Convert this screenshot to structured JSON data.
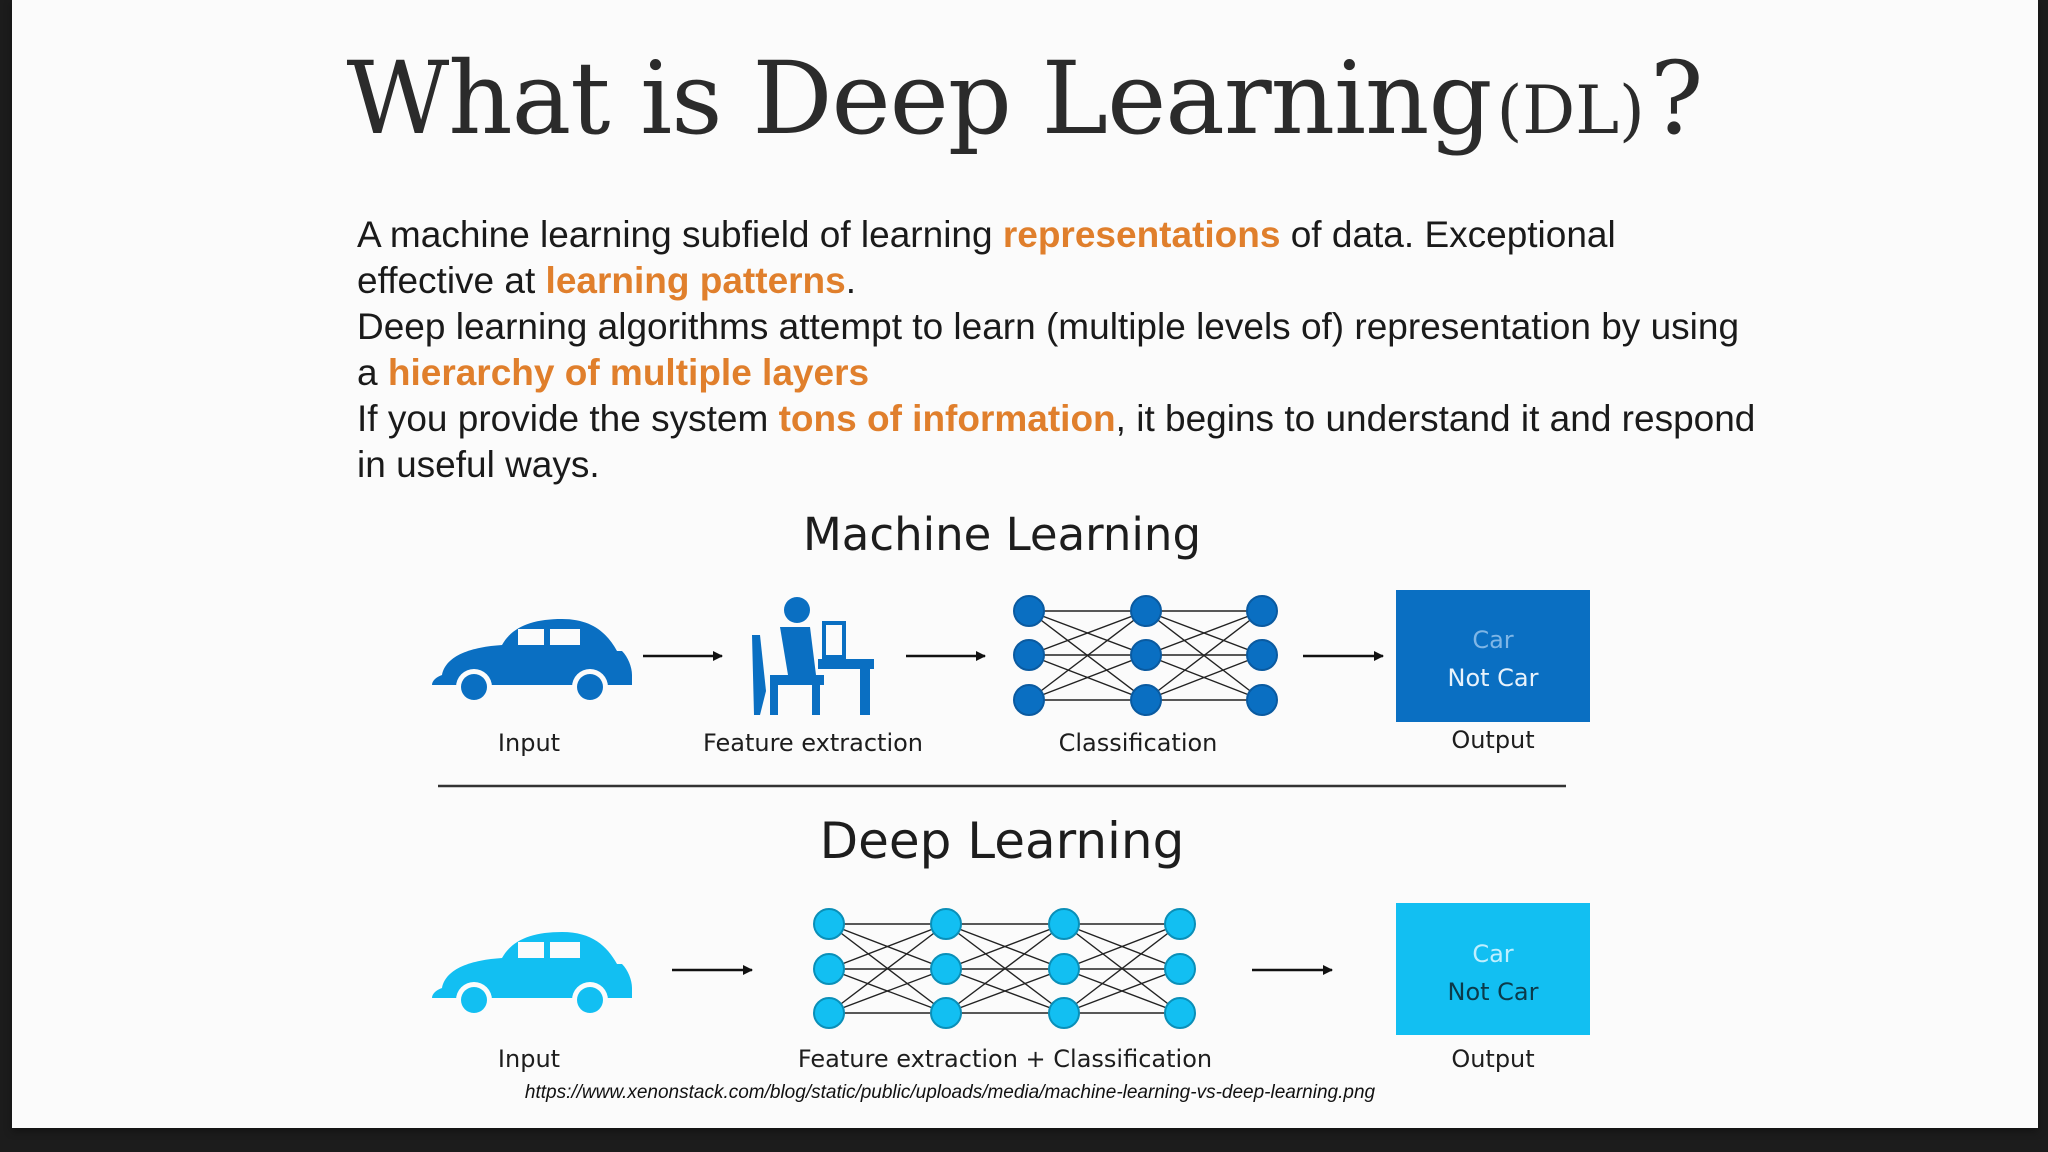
{
  "title": {
    "main": "What is Deep Learning",
    "abbr": "(DL)",
    "question": "?"
  },
  "paragraphs": [
    [
      {
        "t": "A machine learning subfield of learning "
      },
      {
        "t": "representations",
        "hl": true
      },
      {
        "t": " of data. Exceptional effective at "
      },
      {
        "t": "learning patterns",
        "hl": true
      },
      {
        "t": "."
      }
    ],
    [
      {
        "t": "Deep learning algorithms attempt to learn (multiple levels of) representation by using a "
      },
      {
        "t": "hierarchy of multiple layers",
        "hl": true
      }
    ],
    [
      {
        "t": "If you provide the system "
      },
      {
        "t": "tons of information",
        "hl": true
      },
      {
        "t": ", it begins to understand it and respond in useful ways."
      }
    ]
  ],
  "diagram": {
    "ml": {
      "title": "Machine Learning",
      "labels": {
        "input": "Input",
        "feature": "Feature extraction",
        "classification": "Classification",
        "output": "Output"
      },
      "output_lines": [
        "Car",
        "Not Car"
      ]
    },
    "dl": {
      "title": "Deep Learning",
      "labels": {
        "input": "Input",
        "combined": "Feature extraction + Classification",
        "output": "Output"
      },
      "output_lines": [
        "Car",
        "Not Car"
      ]
    }
  },
  "source_url": "https://www.xenonstack.com/blog/static/public/uploads/media/machine-learning-vs-deep-learning.png",
  "colors": {
    "accent": "#e07f2c",
    "ml_blue": "#0a6fc2",
    "dl_blue": "#12bff2"
  }
}
